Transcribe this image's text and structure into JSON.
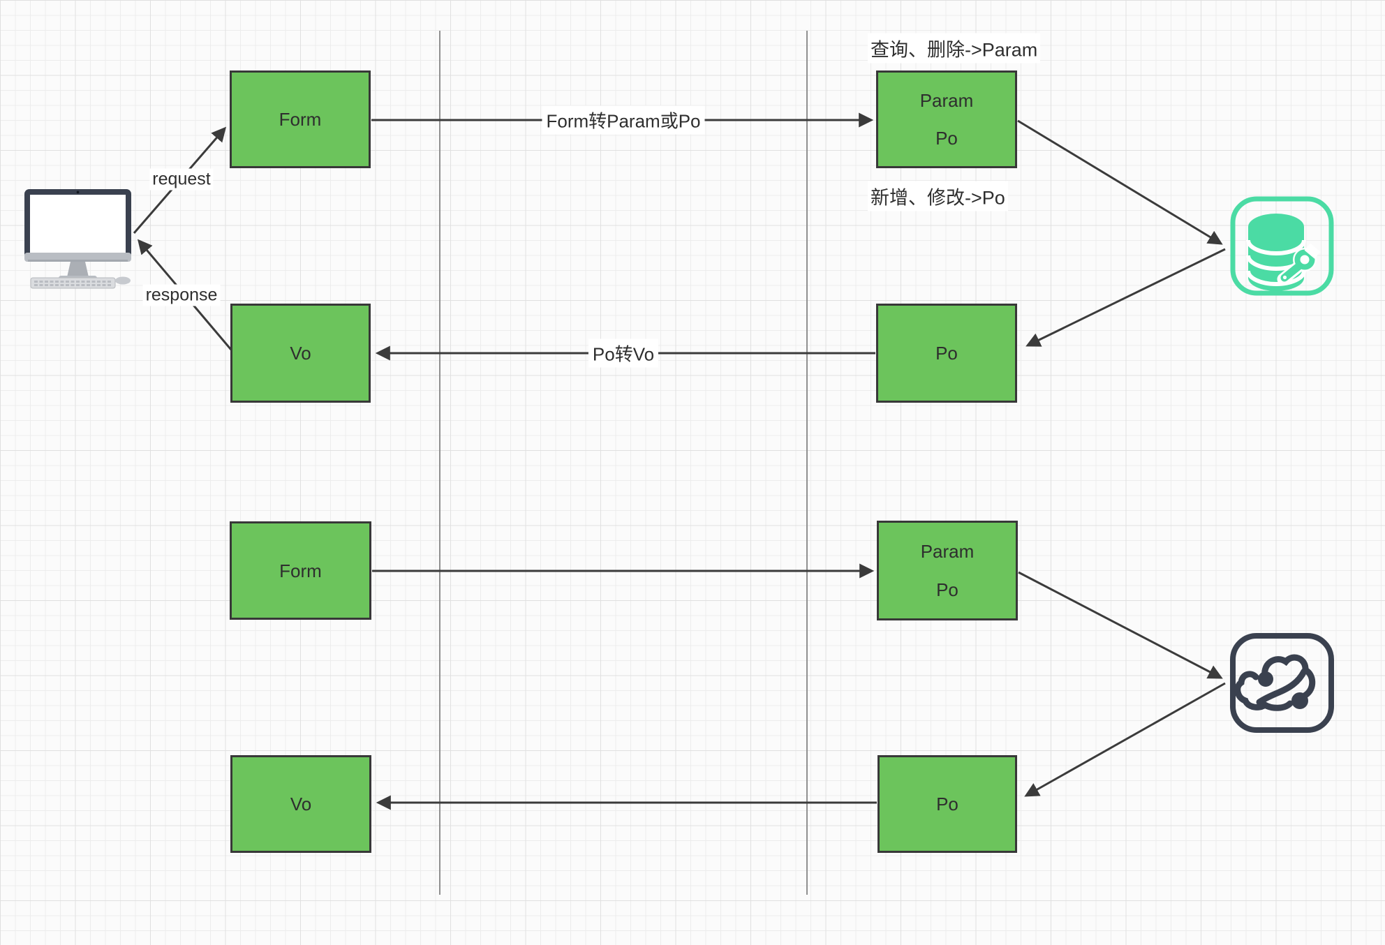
{
  "canvas": {
    "bg_color": "#fbfbfb",
    "grid_minor_color": "#ececec",
    "grid_major_color": "#e0e0e0"
  },
  "colors": {
    "node_fill": "#6CC45C",
    "node_border": "#383838",
    "edge": "#3B3B3B",
    "database_icon": "#4BDBA4",
    "cloud_icon": "#3A414F",
    "divider": "#909090",
    "text": "#2E2E2E"
  },
  "client": {
    "icon": "desktop-computer-icon",
    "request_label": "request",
    "response_label": "response"
  },
  "upper_flow": {
    "form_box": "Form",
    "param_po_box": {
      "line1": "Param",
      "line2": "Po"
    },
    "vo_box": "Vo",
    "po_box": "Po",
    "edge_form_to_param": "Form转Param或Po",
    "edge_po_to_vo": "Po转Vo",
    "note_above": "查询、删除->Param",
    "note_below": "新增、修改->Po",
    "target_icon": "database-wrench-icon"
  },
  "lower_flow": {
    "form_box": "Form",
    "param_po_box": {
      "line1": "Param",
      "line2": "Po"
    },
    "vo_box": "Vo",
    "po_box": "Po",
    "target_icon": "cloud-icon"
  }
}
